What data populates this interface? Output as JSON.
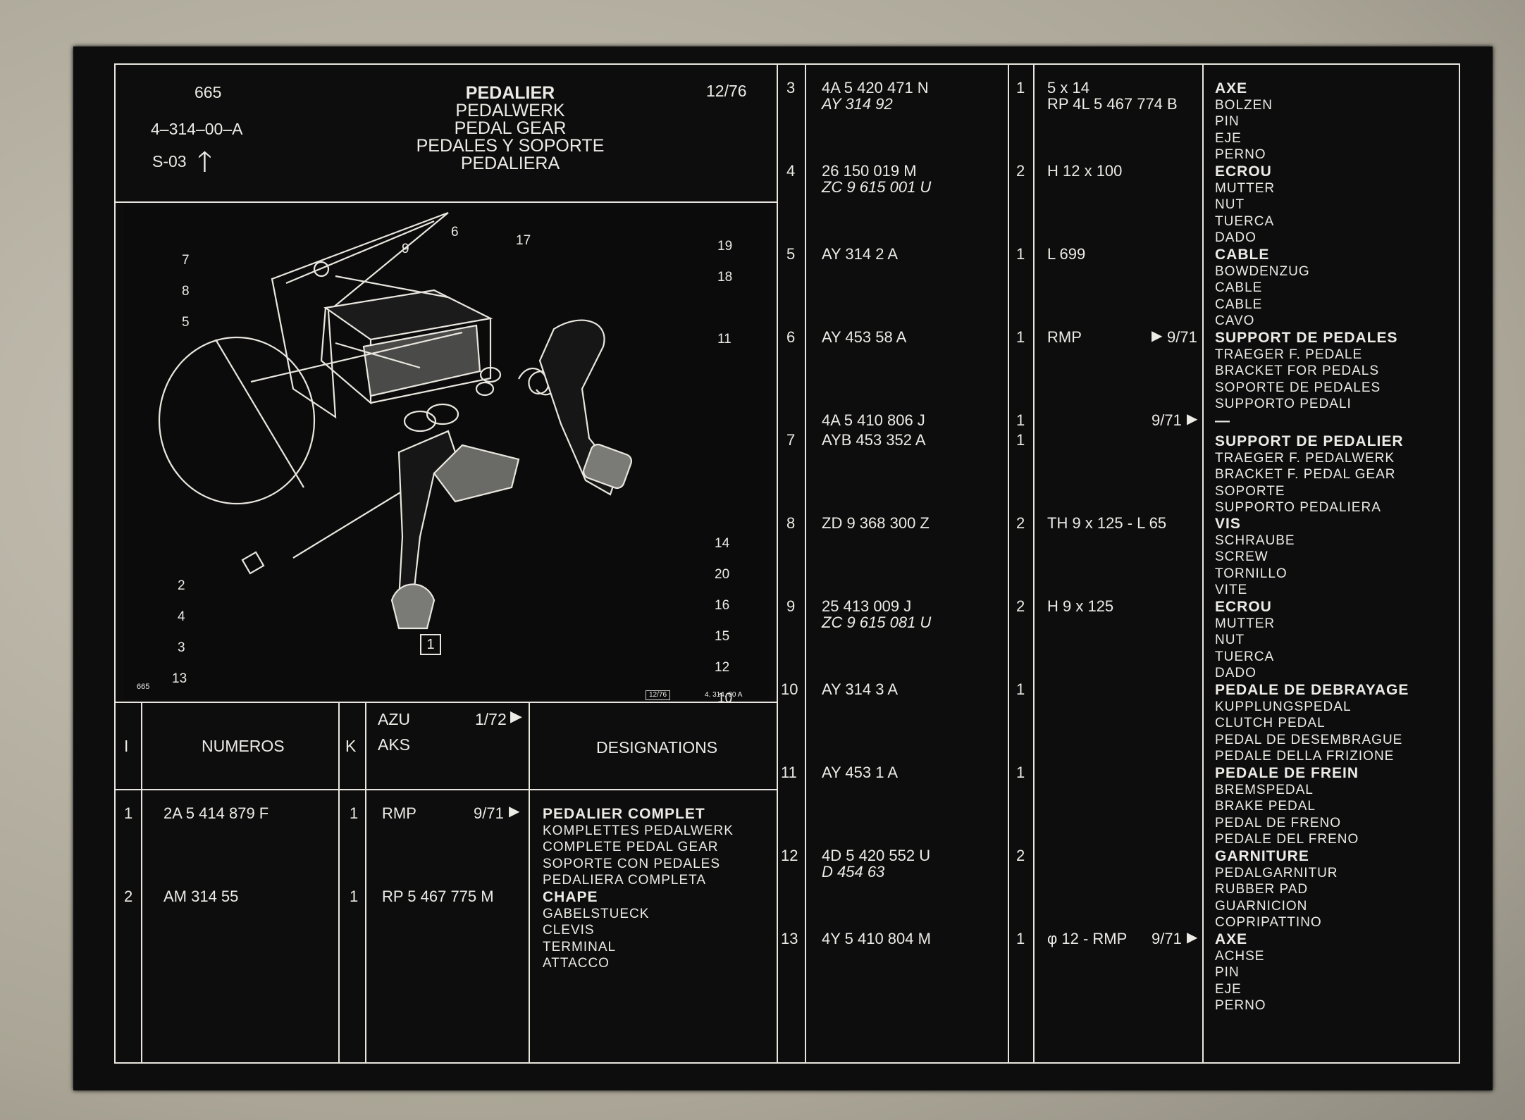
{
  "header": {
    "page_number": "665",
    "reference": "4–314–00–A",
    "section": "S-03",
    "date": "12/76",
    "titles": [
      "PEDALIER",
      "PEDALWERK",
      "PEDAL GEAR",
      "PEDALES Y SOPORTE",
      "PEDALIERA"
    ],
    "up_arrow_icon": "arrow-up-icon"
  },
  "diagram": {
    "callouts_left": [
      "7",
      "8",
      "5",
      "2",
      "4",
      "3",
      "13"
    ],
    "callouts_top": [
      "6",
      "9",
      "17"
    ],
    "callouts_right": [
      "19",
      "18",
      "11",
      "14",
      "20",
      "16",
      "15",
      "12",
      "10"
    ],
    "figure_box": "1",
    "footer_left": "665",
    "footer_mid": "12/76",
    "footer_right": "4. 314. 00 A"
  },
  "table_header": {
    "col_index": "I",
    "col_numeros": "NUMEROS",
    "col_k": "K",
    "azu": "AZU",
    "aks": "AKS",
    "azu_date": "1/72",
    "col_designations": "DESIGNATIONS"
  },
  "left_rows": [
    {
      "idx": "1",
      "num": "2A 5 414 879 F",
      "num2": "",
      "k": "1",
      "aks": "RMP",
      "date": "9/71",
      "des": [
        "PEDALIER COMPLET",
        "KOMPLETTES PEDALWERK",
        "COMPLETE PEDAL GEAR",
        "SOPORTE CON PEDALES",
        "PEDALIERA COMPLETA"
      ]
    },
    {
      "idx": "2",
      "num": "AM  314   55",
      "num2": "",
      "k": "1",
      "aks": "RP 5 467 775 M",
      "date": "",
      "des": [
        "CHAPE",
        "GABELSTUECK",
        "CLEVIS",
        "TERMINAL",
        "ATTACCO"
      ]
    }
  ],
  "right_rows": [
    {
      "idx": "3",
      "num": "4A 5  420 471 N",
      "num2": "AY    314   92",
      "k": "1",
      "aks": "5 x 14",
      "aks2": "RP 4L 5 467 774 B",
      "date": "",
      "des": [
        "AXE",
        "BOLZEN",
        "PIN",
        "EJE",
        "PERNO"
      ]
    },
    {
      "idx": "4",
      "num": "26      150 019 M",
      "num2": "ZC 9  615 001 U",
      "k": "2",
      "aks": "H 12 x 100",
      "aks2": "",
      "date": "",
      "des": [
        "ECROU",
        "MUTTER",
        "NUT",
        "TUERCA",
        "DADO"
      ]
    },
    {
      "idx": "5",
      "num": "AY    314     2 A",
      "num2": "",
      "k": "1",
      "aks": "L 699",
      "aks2": "",
      "date": "",
      "des": [
        "CABLE",
        "BOWDENZUG",
        "CABLE",
        "CABLE",
        "CAVO"
      ]
    },
    {
      "idx": "6",
      "num": "AY    453    58 A",
      "num2": "",
      "k": "1",
      "aks": "RMP",
      "aks2": "",
      "date": "9/71",
      "des": [
        "SUPPORT DE PEDALES",
        "TRAEGER F. PEDALE",
        "BRACKET FOR PEDALS",
        "SOPORTE DE PEDALES",
        "SUPPORTO PEDALI"
      ]
    },
    {
      "idx": "",
      "num": "4A 5  410 806 J",
      "num2": "",
      "k": "1",
      "aks": "",
      "aks2": "",
      "date": "9/71",
      "des": [
        "—"
      ]
    },
    {
      "idx": "7",
      "num": "AYB   453 352 A",
      "num2": "",
      "k": "1",
      "aks": "",
      "aks2": "",
      "date": "",
      "des": [
        "SUPPORT DE PEDALIER",
        "TRAEGER F. PEDALWERK",
        "BRACKET F. PEDAL GEAR",
        "SOPORTE",
        "SUPPORTO PEDALIERA"
      ]
    },
    {
      "idx": "8",
      "num": "ZD 9  368 300 Z",
      "num2": "",
      "k": "2",
      "aks": "TH 9 x 125 - L 65",
      "aks2": "",
      "date": "",
      "des": [
        "VIS",
        "SCHRAUBE",
        "SCREW",
        "TORNILLO",
        "VITE"
      ]
    },
    {
      "idx": "9",
      "num": "25      413 009 J",
      "num2": "ZC 9  615 081 U",
      "k": "2",
      "aks": "H 9 x 125",
      "aks2": "",
      "date": "",
      "des": [
        "ECROU",
        "MUTTER",
        "NUT",
        "TUERCA",
        "DADO"
      ]
    },
    {
      "idx": "10",
      "num": "AY    314     3 A",
      "num2": "",
      "k": "1",
      "aks": "",
      "aks2": "",
      "date": "",
      "des": [
        "PEDALE DE DEBRAYAGE",
        "KUPPLUNGSPEDAL",
        "CLUTCH PEDAL",
        "PEDAL DE DESEMBRAGUE",
        "PEDALE DELLA FRIZIONE"
      ]
    },
    {
      "idx": "11",
      "num": "AY    453     1 A",
      "num2": "",
      "k": "1",
      "aks": "",
      "aks2": "",
      "date": "",
      "des": [
        "PEDALE DE FREIN",
        "BREMSPEDAL",
        "BRAKE PEDAL",
        "PEDAL DE FRENO",
        "PEDALE DEL FRENO"
      ]
    },
    {
      "idx": "12",
      "num": "4D 5  420 552 U",
      "num2": "D        454   63",
      "k": "2",
      "aks": "",
      "aks2": "",
      "date": "",
      "des": [
        "GARNITURE",
        "PEDALGARNITUR",
        "RUBBER PAD",
        "GUARNICION",
        "COPRIPATTINO"
      ]
    },
    {
      "idx": "13",
      "num": "4Y 5  410 804 M",
      "num2": "",
      "k": "1",
      "aks": "φ 12 - RMP",
      "aks2": "",
      "date": "9/71",
      "des": [
        "AXE",
        "ACHSE",
        "PIN",
        "EJE",
        "PERNO"
      ]
    }
  ]
}
